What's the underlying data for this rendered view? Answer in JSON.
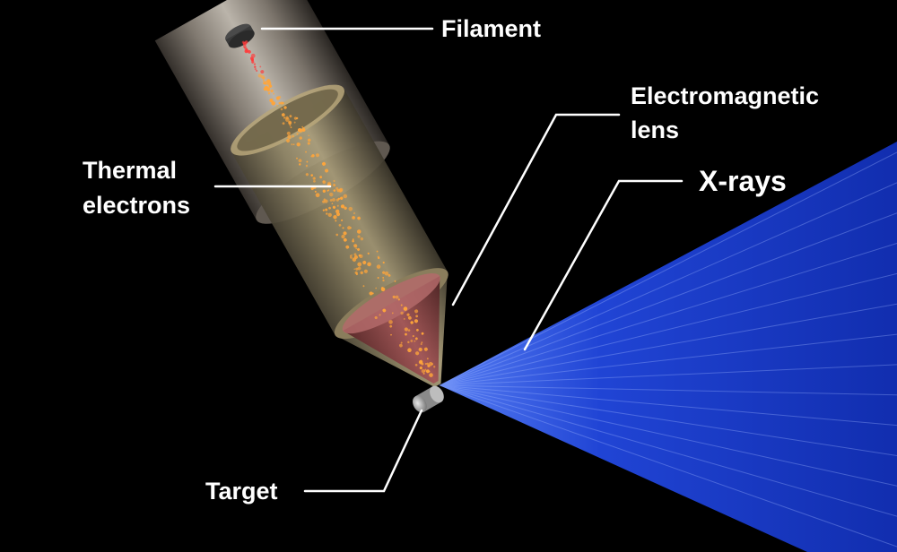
{
  "labels": {
    "filament": "Filament",
    "lens_line1": "Electromagnetic",
    "lens_line2": "lens",
    "xrays": "X-rays",
    "thermal_line1": "Thermal",
    "thermal_line2": "electrons",
    "target": "Target"
  },
  "colors": {
    "background": "#000000",
    "label_text": "#ffffff",
    "leader_line": "#ffffff",
    "xray_beam": "#1d3fd6",
    "lens_body": "#7d7255",
    "tube": "#a09688",
    "electrons": "#ffa53a",
    "filament_glow": "#ff3b3b"
  }
}
